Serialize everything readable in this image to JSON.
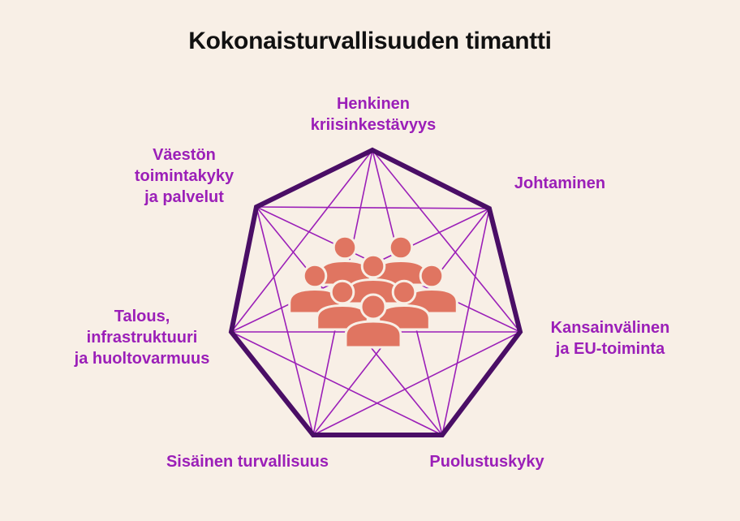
{
  "title": "Kokonaisturvallisuuden timantti",
  "labels": {
    "henkinen": [
      "Henkinen",
      "kriisinkestävyys"
    ],
    "johtaminen": [
      "Johtaminen"
    ],
    "kansainvalinen": [
      "Kansainvälinen",
      "ja EU-toiminta"
    ],
    "puolustuskyky": [
      "Puolustuskyky"
    ],
    "sisainen": [
      "Sisäinen turvallisuus"
    ],
    "talous": [
      "Talous,",
      "infrastruktuuri",
      "ja huoltovarmuus"
    ],
    "vaeston": [
      "Väestön",
      "toimintakyky",
      "ja palvelut"
    ]
  },
  "colors": {
    "background": "#f8efe6",
    "label": "#9b1fb8",
    "outline": "#4a0e66",
    "connector": "#9b1fb8",
    "people": "#e07561"
  },
  "center_icon": "people-group-icon"
}
